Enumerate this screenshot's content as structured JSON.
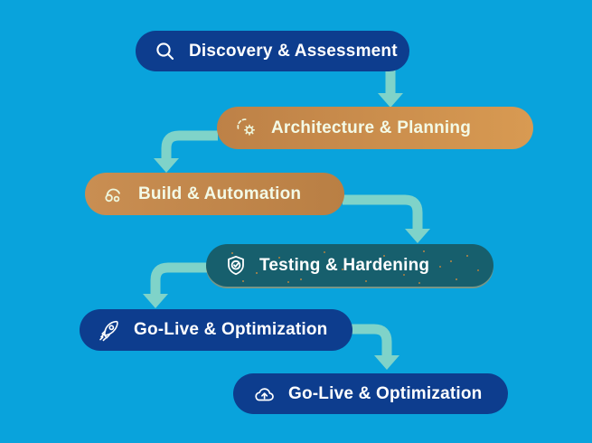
{
  "diagram": {
    "title_hint": "migration journey flow",
    "stages": [
      {
        "label": "Discovery & Assessment",
        "icon": "search-icon",
        "variant": "navy"
      },
      {
        "label": "Architecture & Planning",
        "icon": "gears-icon",
        "variant": "orange"
      },
      {
        "label": "Build & Automation",
        "icon": "automation-icon",
        "variant": "orange"
      },
      {
        "label": "Testing & Hardening",
        "icon": "shield-check-icon",
        "variant": "teal"
      },
      {
        "label": "Go-Live & Optimization",
        "icon": "rocket-icon",
        "variant": "navy"
      },
      {
        "label": "Go-Live & Optimization",
        "icon": "cloud-upload-icon",
        "variant": "navy"
      }
    ],
    "flow": [
      "Discovery & Assessment -> Architecture & Planning",
      "Architecture & Planning -> Build & Automation",
      "Build & Automation -> Testing & Hardening",
      "Testing & Hardening -> Go-Live & Optimization",
      "Go-Live & Optimization -> Go-Live & Optimization"
    ]
  },
  "colors": {
    "bg": "#09a3dc",
    "navy": "#0d3d8e",
    "teal": "#175f6d",
    "orange1": "#bd8147",
    "orange2": "#d89a52",
    "arrow": "#7fd3c9",
    "text": "#ffffff"
  }
}
